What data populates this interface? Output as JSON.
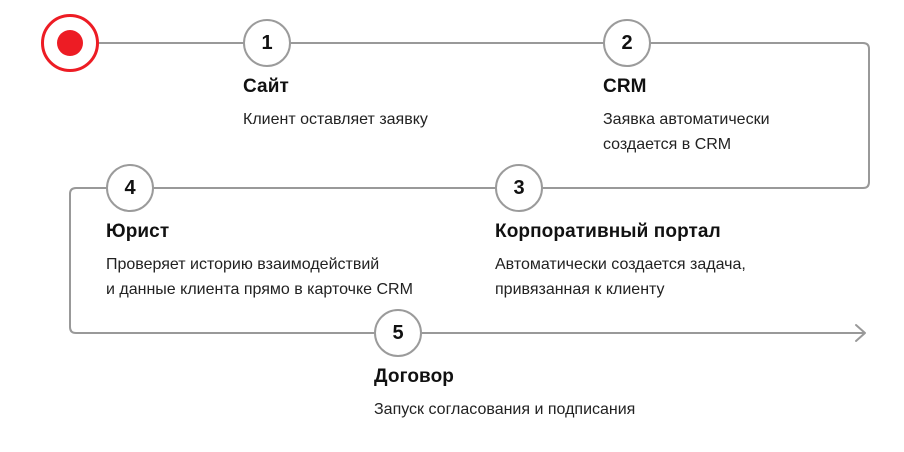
{
  "diagram": {
    "kind": "process-flow",
    "start_marker": "start",
    "steps": [
      {
        "number": "1",
        "title": "Сайт",
        "desc": [
          "Клиент оставляет заявку"
        ]
      },
      {
        "number": "2",
        "title": "CRM",
        "desc": [
          "Заявка автоматически",
          "создается в CRM"
        ]
      },
      {
        "number": "3",
        "title": "Корпоративный портал",
        "desc": [
          "Автоматически создается задача,",
          "привязанная к клиенту"
        ]
      },
      {
        "number": "4",
        "title": "Юрист",
        "desc": [
          "Проверяет историю взаимодействий",
          "и данные клиента прямо в карточке CRM"
        ]
      },
      {
        "number": "5",
        "title": "Договор",
        "desc": [
          "Запуск согласования и подписания"
        ]
      }
    ],
    "colors": {
      "accent_red": "#ED1C24",
      "line_gray": "#999999",
      "circle_border": "#9B9B9B",
      "title_text": "#111111",
      "desc_text": "#222222",
      "background": "#FFFFFF"
    }
  }
}
